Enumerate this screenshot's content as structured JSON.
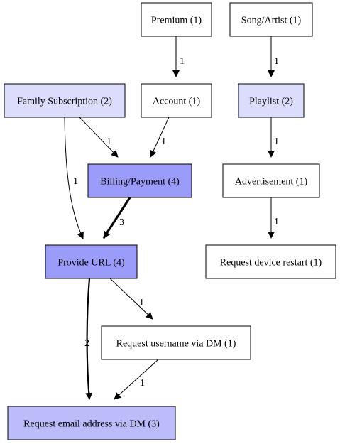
{
  "nodes": [
    {
      "id": "premium",
      "label": "Premium (1)",
      "fill": "#ffffff"
    },
    {
      "id": "song_artist",
      "label": "Song/Artist (1)",
      "fill": "#ffffff"
    },
    {
      "id": "family_subscription",
      "label": "Family Subscription (2)",
      "fill": "#dcdcfc"
    },
    {
      "id": "account",
      "label": "Account (1)",
      "fill": "#ffffff"
    },
    {
      "id": "playlist",
      "label": "Playlist (2)",
      "fill": "#dcdcfc"
    },
    {
      "id": "billing_payment",
      "label": "Billing/Payment (4)",
      "fill": "#9b9bfa"
    },
    {
      "id": "advertisement",
      "label": "Advertisement (1)",
      "fill": "#ffffff"
    },
    {
      "id": "provide_url",
      "label": "Provide URL (4)",
      "fill": "#9b9bfa"
    },
    {
      "id": "request_device_restart",
      "label": "Request device restart (1)",
      "fill": "#ffffff"
    },
    {
      "id": "request_username_dm",
      "label": "Request username via DM (1)",
      "fill": "#ffffff"
    },
    {
      "id": "request_email_dm",
      "label": "Request email address via DM (3)",
      "fill": "#bcbcfb"
    }
  ],
  "edges": [
    {
      "from": "premium",
      "to": "account",
      "label": "1",
      "weight": 1
    },
    {
      "from": "song_artist",
      "to": "playlist",
      "label": "1",
      "weight": 1
    },
    {
      "from": "family_subscription",
      "to": "billing_payment",
      "label": "1",
      "weight": 1
    },
    {
      "from": "account",
      "to": "billing_payment",
      "label": "1",
      "weight": 1
    },
    {
      "from": "family_subscription",
      "to": "provide_url",
      "label": "1",
      "weight": 1
    },
    {
      "from": "playlist",
      "to": "advertisement",
      "label": "1",
      "weight": 1
    },
    {
      "from": "billing_payment",
      "to": "provide_url",
      "label": "3",
      "weight": 3
    },
    {
      "from": "advertisement",
      "to": "request_device_restart",
      "label": "1",
      "weight": 1
    },
    {
      "from": "provide_url",
      "to": "request_username_dm",
      "label": "1",
      "weight": 1
    },
    {
      "from": "provide_url",
      "to": "request_email_dm",
      "label": "2",
      "weight": 2
    },
    {
      "from": "request_username_dm",
      "to": "request_email_dm",
      "label": "1",
      "weight": 1
    }
  ]
}
